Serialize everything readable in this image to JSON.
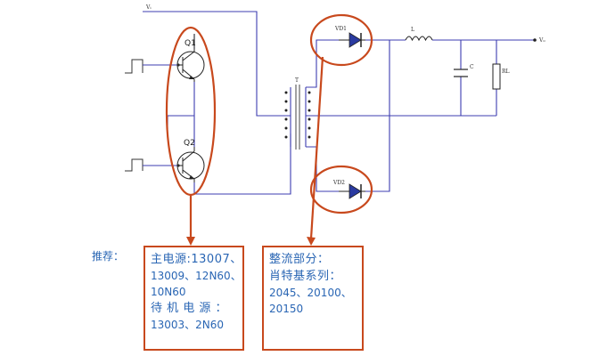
{
  "labels": {
    "vi": "Vᵢ",
    "vo": "Vₒ",
    "q1": "Q1",
    "q2": "Q2",
    "vd1": "VD1",
    "vd2": "VD2",
    "l": "L",
    "c": "C",
    "rl": "RL",
    "t": "T"
  },
  "recommend_label": "推荐：",
  "left_box": {
    "line1": "主电源:13007、",
    "line2": "13009、12N60、",
    "line3": "10N60",
    "line4": "待 机 电 源 ：",
    "line5": "13003、2N60"
  },
  "right_box": {
    "line1": "整流部分：",
    "line2": "肖特基系列：",
    "line3": "2045、20100、",
    "line4": "20150"
  },
  "colors": {
    "wire": "#3d3db0",
    "highlight": "#c8491d",
    "text_blue": "#2a66b4"
  }
}
